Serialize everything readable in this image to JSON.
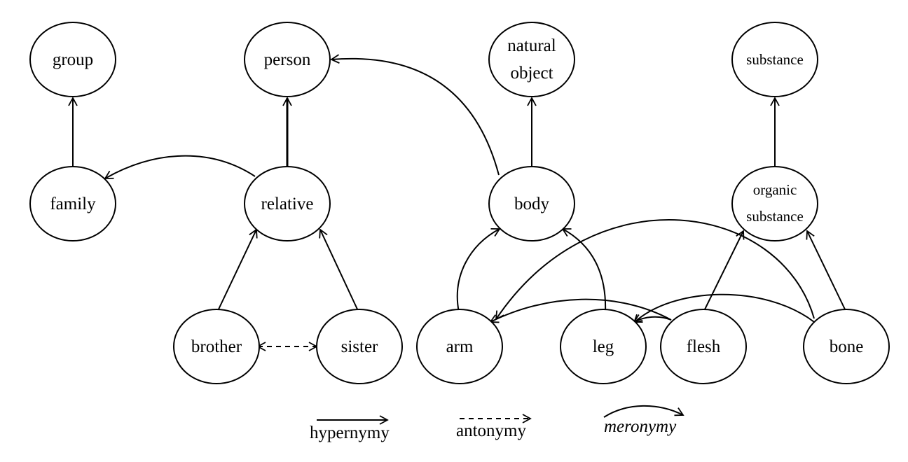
{
  "nodes": {
    "group": {
      "lines": [
        "group"
      ]
    },
    "person": {
      "lines": [
        "person"
      ]
    },
    "natural_object": {
      "lines": [
        "natural",
        "object"
      ]
    },
    "substance": {
      "lines": [
        "substance"
      ]
    },
    "family": {
      "lines": [
        "family"
      ]
    },
    "relative": {
      "lines": [
        "relative"
      ]
    },
    "body": {
      "lines": [
        "body"
      ]
    },
    "organic_substance": {
      "lines": [
        "organic",
        "substance"
      ]
    },
    "brother": {
      "lines": [
        "brother"
      ]
    },
    "sister": {
      "lines": [
        "sister"
      ]
    },
    "arm": {
      "lines": [
        "arm"
      ]
    },
    "leg": {
      "lines": [
        "leg"
      ]
    },
    "flesh": {
      "lines": [
        "flesh"
      ]
    },
    "bone": {
      "lines": [
        "bone"
      ]
    }
  },
  "edges": [
    {
      "from": "family",
      "to": "group",
      "relation": "hypernymy"
    },
    {
      "from": "relative",
      "to": "person",
      "relation": "hypernymy"
    },
    {
      "from": "body",
      "to": "natural_object",
      "relation": "hypernymy"
    },
    {
      "from": "organic_substance",
      "to": "substance",
      "relation": "hypernymy"
    },
    {
      "from": "brother",
      "to": "relative",
      "relation": "hypernymy"
    },
    {
      "from": "sister",
      "to": "relative",
      "relation": "hypernymy"
    },
    {
      "from": "flesh",
      "to": "organic_substance",
      "relation": "hypernymy"
    },
    {
      "from": "bone",
      "to": "organic_substance",
      "relation": "hypernymy"
    },
    {
      "from": "brother",
      "to": "sister",
      "relation": "antonymy"
    },
    {
      "from": "relative",
      "to": "family",
      "relation": "meronymy"
    },
    {
      "from": "body",
      "to": "person",
      "relation": "meronymy"
    },
    {
      "from": "arm",
      "to": "body",
      "relation": "meronymy"
    },
    {
      "from": "leg",
      "to": "body",
      "relation": "meronymy"
    },
    {
      "from": "flesh",
      "to": "arm",
      "relation": "meronymy"
    },
    {
      "from": "flesh",
      "to": "leg",
      "relation": "meronymy"
    },
    {
      "from": "bone",
      "to": "arm",
      "relation": "meronymy"
    },
    {
      "from": "bone",
      "to": "leg",
      "relation": "meronymy"
    }
  ],
  "legend": {
    "hypernymy": "hypernymy",
    "antonymy": "antonymy",
    "meronymy": "meronymy"
  }
}
